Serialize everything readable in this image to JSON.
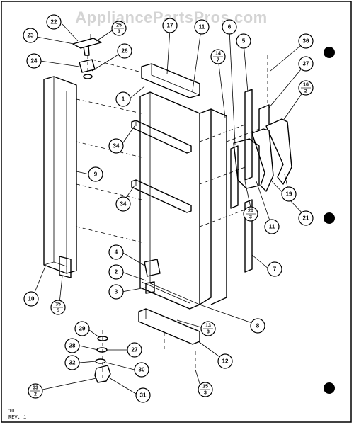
{
  "watermark": "AppliancePartsPros.com",
  "footnote": {
    "line1": "10",
    "line2": "REV. 1"
  },
  "callouts": {
    "c1": "1",
    "c2": "2",
    "c3": "3",
    "c4": "4",
    "c5": "5",
    "c6": "6",
    "c7": "7",
    "c8": "8",
    "c9": "9",
    "c10": "10",
    "c11": "11",
    "c12": "12",
    "c17": "17",
    "c19": "19",
    "c21": "21",
    "c22": "22",
    "c23": "23",
    "c24": "24",
    "c26": "26",
    "c27": "27",
    "c28": "28",
    "c29": "29",
    "c30": "30",
    "c31": "31",
    "c32": "32",
    "c34a": "34",
    "c34b": "34",
    "c36": "36",
    "c37": "37"
  },
  "fractions": {
    "f25": {
      "num": "25",
      "den": "3"
    },
    "f14": {
      "num": "14",
      "den": "7"
    },
    "f16": {
      "num": "16",
      "den": "2"
    },
    "f20": {
      "num": "20",
      "den": "3"
    },
    "f11b": {
      "num": "11",
      "den": ""
    },
    "f35": {
      "num": "35",
      "den": "5"
    },
    "f13": {
      "num": "13",
      "den": "3"
    },
    "f15": {
      "num": "15",
      "den": "3"
    },
    "f33": {
      "num": "33",
      "den": "2"
    }
  }
}
